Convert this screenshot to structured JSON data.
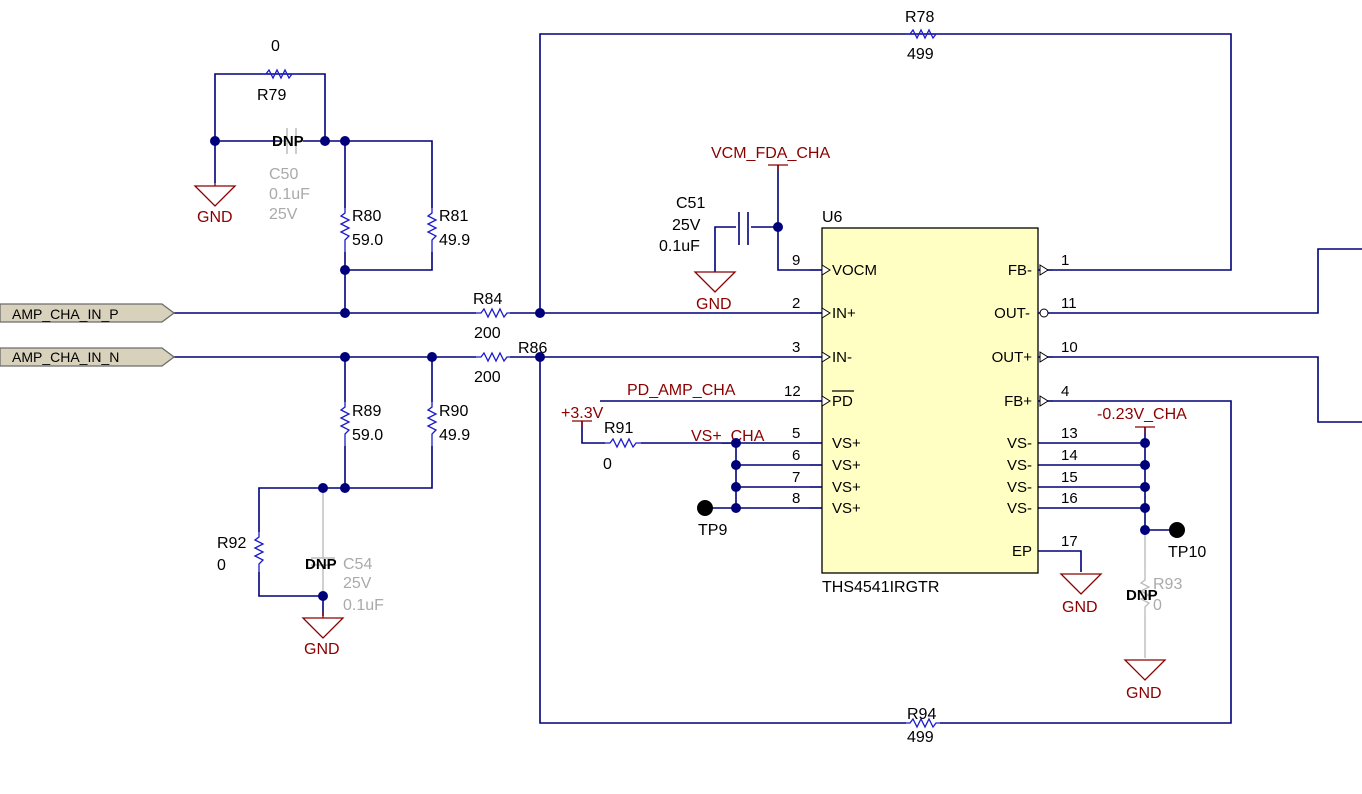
{
  "components": {
    "r78": {
      "ref": "R78",
      "value": "499"
    },
    "r79": {
      "ref": "R79",
      "value": "0"
    },
    "c50": {
      "ref": "C50",
      "value": "0.1uF",
      "voltage": "25V",
      "dnp": "DNP"
    },
    "r80": {
      "ref": "R80",
      "value": "59.0"
    },
    "r81": {
      "ref": "R81",
      "value": "49.9"
    },
    "r84": {
      "ref": "R84",
      "value": "200"
    },
    "r86": {
      "ref": "R86",
      "value": "200"
    },
    "r89": {
      "ref": "R89",
      "value": "59.0"
    },
    "r90": {
      "ref": "R90",
      "value": "49.9"
    },
    "r91": {
      "ref": "R91",
      "value": "0"
    },
    "r92": {
      "ref": "R92",
      "value": "0"
    },
    "c54": {
      "ref": "C54",
      "value": "0.1uF",
      "voltage": "25V",
      "dnp": "DNP"
    },
    "c51": {
      "ref": "C51",
      "value": "0.1uF",
      "voltage": "25V"
    },
    "r93": {
      "ref": "R93",
      "value": "0",
      "dnp": "DNP"
    },
    "r94": {
      "ref": "R94",
      "value": "499"
    },
    "u6": {
      "ref": "U6",
      "part": "THS4541IRGTR"
    },
    "tp9": {
      "ref": "TP9"
    },
    "tp10": {
      "ref": "TP10"
    }
  },
  "nets": {
    "vcm": "VCM_FDA_CHA",
    "pd": "PD_AMP_CHA",
    "vsp": "VS+_CHA",
    "p33": "+3.3V",
    "vsn": "-0.23V_CHA",
    "gnd": "GND"
  },
  "ports": {
    "in_p": "AMP_CHA_IN_P",
    "in_n": "AMP_CHA_IN_N"
  },
  "u6_pins": {
    "vocm": {
      "num": "9",
      "name": "VOCM"
    },
    "inp": {
      "num": "2",
      "name": "IN+"
    },
    "inn": {
      "num": "3",
      "name": "IN-"
    },
    "pd": {
      "num": "12",
      "name": "PD"
    },
    "vsp1": {
      "num": "5",
      "name": "VS+"
    },
    "vsp2": {
      "num": "6",
      "name": "VS+"
    },
    "vsp3": {
      "num": "7",
      "name": "VS+"
    },
    "vsp4": {
      "num": "8",
      "name": "VS+"
    },
    "fbn": {
      "num": "1",
      "name": "FB-"
    },
    "outn": {
      "num": "11",
      "name": "OUT-"
    },
    "outp": {
      "num": "10",
      "name": "OUT+"
    },
    "fbp": {
      "num": "4",
      "name": "FB+"
    },
    "vsn1": {
      "num": "13",
      "name": "VS-"
    },
    "vsn2": {
      "num": "14",
      "name": "VS-"
    },
    "vsn3": {
      "num": "15",
      "name": "VS-"
    },
    "vsn4": {
      "num": "16",
      "name": "VS-"
    },
    "ep": {
      "num": "17",
      "name": "EP"
    }
  },
  "colors": {
    "wire": "#00007a",
    "resistor": "#1a1acc",
    "net_label": "#8b0000",
    "ic_fill": "#ffffc4",
    "port_fill": "#d8d2bd",
    "dnp_text": "#aaaaaa"
  }
}
